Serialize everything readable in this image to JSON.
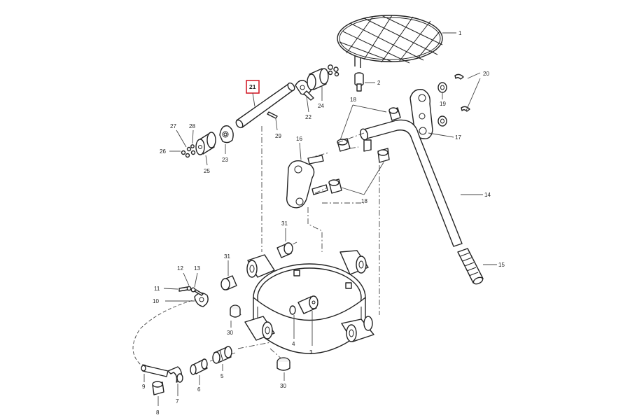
{
  "callouts": [
    {
      "id": "c1",
      "label": "1"
    },
    {
      "id": "c2",
      "label": "2"
    },
    {
      "id": "c3",
      "label": "3"
    },
    {
      "id": "c4",
      "label": "4"
    },
    {
      "id": "c5",
      "label": "5"
    },
    {
      "id": "c6",
      "label": "6"
    },
    {
      "id": "c7",
      "label": "7"
    },
    {
      "id": "c8",
      "label": "8"
    },
    {
      "id": "c9",
      "label": "9"
    },
    {
      "id": "c10",
      "label": "10"
    },
    {
      "id": "c11",
      "label": "11"
    },
    {
      "id": "c12",
      "label": "12"
    },
    {
      "id": "c13",
      "label": "13"
    },
    {
      "id": "c14",
      "label": "14"
    },
    {
      "id": "c15",
      "label": "15"
    },
    {
      "id": "c16",
      "label": "16"
    },
    {
      "id": "c17",
      "label": "17"
    },
    {
      "id": "c18a",
      "label": "18"
    },
    {
      "id": "c18b",
      "label": "18"
    },
    {
      "id": "c19",
      "label": "19"
    },
    {
      "id": "c20",
      "label": "20"
    },
    {
      "id": "c21",
      "label": "21"
    },
    {
      "id": "c22",
      "label": "22"
    },
    {
      "id": "c23",
      "label": "23"
    },
    {
      "id": "c24",
      "label": "24"
    },
    {
      "id": "c25",
      "label": "25"
    },
    {
      "id": "c26",
      "label": "26"
    },
    {
      "id": "c27",
      "label": "27"
    },
    {
      "id": "c28",
      "label": "28"
    },
    {
      "id": "c29",
      "label": "29"
    },
    {
      "id": "c30a",
      "label": "30"
    },
    {
      "id": "c30b",
      "label": "30"
    },
    {
      "id": "c31a",
      "label": "31"
    },
    {
      "id": "c31b",
      "label": "31"
    }
  ],
  "highlighted": {
    "label": "21",
    "color": "#d0101e"
  }
}
